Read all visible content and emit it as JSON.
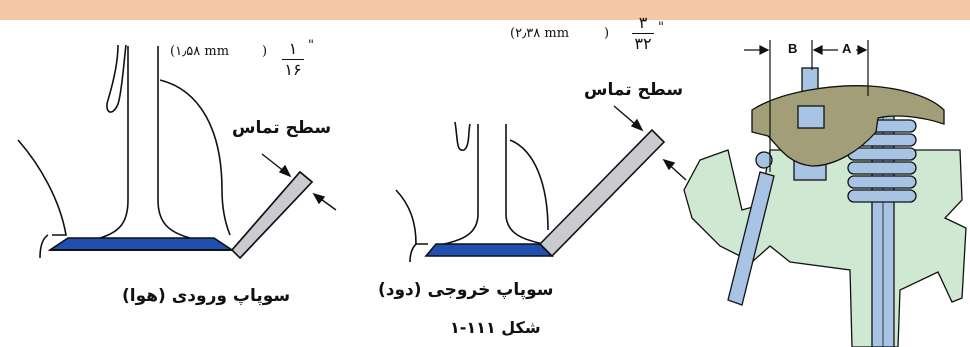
{
  "header": {
    "band_color": "#f6c9a6"
  },
  "intake_valve": {
    "caption": "سوپاپ ورودی (هوا)",
    "contact_label": "سطح تماس",
    "margin_dim": "(۱٫۵۸ mm",
    "margin_paren": ")",
    "fraction_num": "۱",
    "fraction_den": "۱۶",
    "inch_mark": "\""
  },
  "exhaust_valve": {
    "caption": "سوپاپ خروجی (دود)",
    "contact_label": "سطح تماس",
    "margin_dim": "(۲٫۳۸ mm",
    "margin_paren": ")",
    "fraction_num": "۳",
    "fraction_den": "۳۲",
    "inch_mark": "\""
  },
  "rocker_diagram": {
    "label_b": "B",
    "label_a": "A"
  },
  "figure_caption": "شکل ۱۱۱-۱",
  "colors": {
    "face_blue": "#1f4fb0",
    "seat_gray": "#c9cbd0",
    "rocker_olive": "#a29f78",
    "head_green": "#cfe8d2",
    "spring_blue": "#a7c4e4"
  }
}
